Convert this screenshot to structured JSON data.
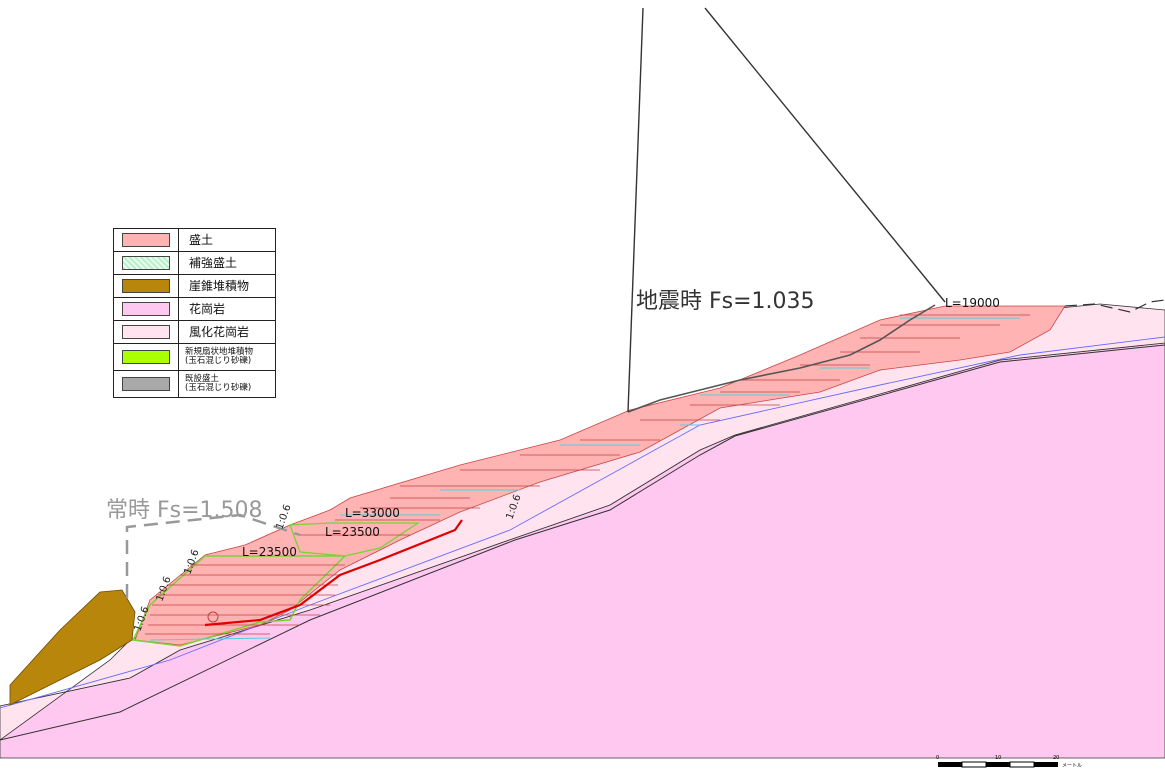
{
  "legend": {
    "items": [
      {
        "label": "盛土",
        "color": "#ffb3b3"
      },
      {
        "label": "補強盛土",
        "color": "#c8f5d8"
      },
      {
        "label": "崖錐堆積物",
        "color": "#b8860b"
      },
      {
        "label": "花崗岩",
        "color": "#ffc8f0"
      },
      {
        "label": "風化花崗岩",
        "color": "#ffe4f0"
      },
      {
        "label_line1": "新規扇状地堆積物",
        "label_line2": "(玉石混じり砂礫)",
        "color": "#aaff00"
      },
      {
        "label_line1": "既設盛土",
        "label_line2": "(玉石混じり砂礫)",
        "color": "#a9a9a9"
      }
    ]
  },
  "annotations": {
    "seismic": "地震時 Fs=1.035",
    "normal": "常時 Fs=1.508",
    "anchor_lengths": [
      "L=19000",
      "L=33000",
      "L=23500",
      "L=23500"
    ],
    "slope_ratio": "1:0.6"
  },
  "scale_bar": {
    "ticks": [
      "0",
      "10",
      "20"
    ],
    "unit": "メートル"
  },
  "colors": {
    "fill": "#ffb3b3",
    "granite": "#ffc8f0",
    "weathered": "#ffe4f0",
    "talus": "#b8860b",
    "slip_surface": "#e00000",
    "reinforced_outline": "#7ad13a"
  }
}
